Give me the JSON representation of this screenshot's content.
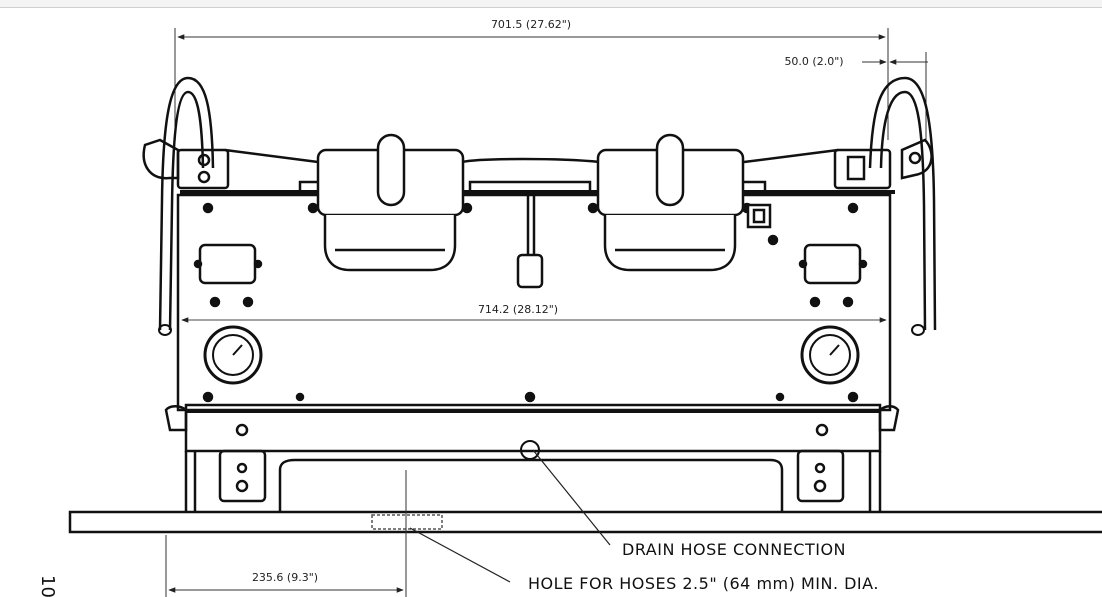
{
  "dimensions": {
    "overall_width": "701.5 (27.62\")",
    "handle_offset": "50.0 (2.0\")",
    "inner_width": "714.2 (28.12\")",
    "hole_offset": "235.6 (9.3\")"
  },
  "callouts": {
    "drain": "DRAIN HOSE CONNECTION",
    "hole": "HOLE FOR HOSES 2.5\" (64 mm) MIN. DIA."
  },
  "edge_fragment": "10"
}
